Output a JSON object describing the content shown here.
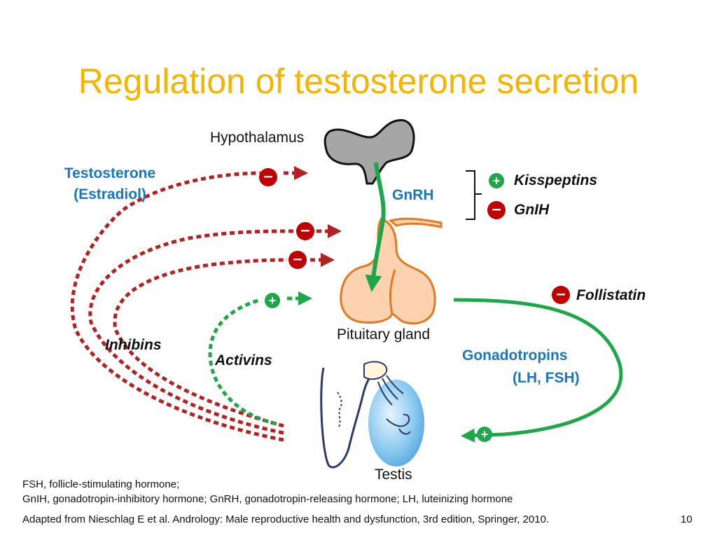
{
  "title": "Regulation of testosterone secretion",
  "labels": {
    "hypothalamus": "Hypothalamus",
    "gnrh": "GnRH",
    "pituitary": "Pituitary gland",
    "testis": "Testis",
    "testosterone": "Testosterone",
    "estradiol": "(Estradiol)",
    "inhibins": "Inhibins",
    "activins": "Activins",
    "gonadotropins": "Gonadotropins",
    "lh_fsh": "(LH, FSH)",
    "kisspeptins": "Kisspeptins",
    "gnih": "GnIH",
    "follistatin": "Follistatin"
  },
  "signs": {
    "plus": "+",
    "minus": "–"
  },
  "footnotes": {
    "line1": "FSH, follicle-stimulating hormone;",
    "line2": "GnIH, gonadotropin-inhibitory hormone; GnRH, gonadotropin-releasing hormone; LH, luteinizing hormone",
    "source": "Adapted from Nieschlag E et al. Andrology: Male reproductive health and dysfunction, 3rd edition, Springer, 2010.",
    "page": "10"
  },
  "colors": {
    "title": "#f4b400",
    "inhibitory_red": "#b22222",
    "stimulatory_green": "#1fa64a",
    "label_blue": "#1a75c2",
    "hypothalamus_gray": "#a6a6a6",
    "pituitary_fill": "#fcd2b0",
    "pituitary_stroke": "#e07b22",
    "testis_blue": "#5aaee6"
  }
}
